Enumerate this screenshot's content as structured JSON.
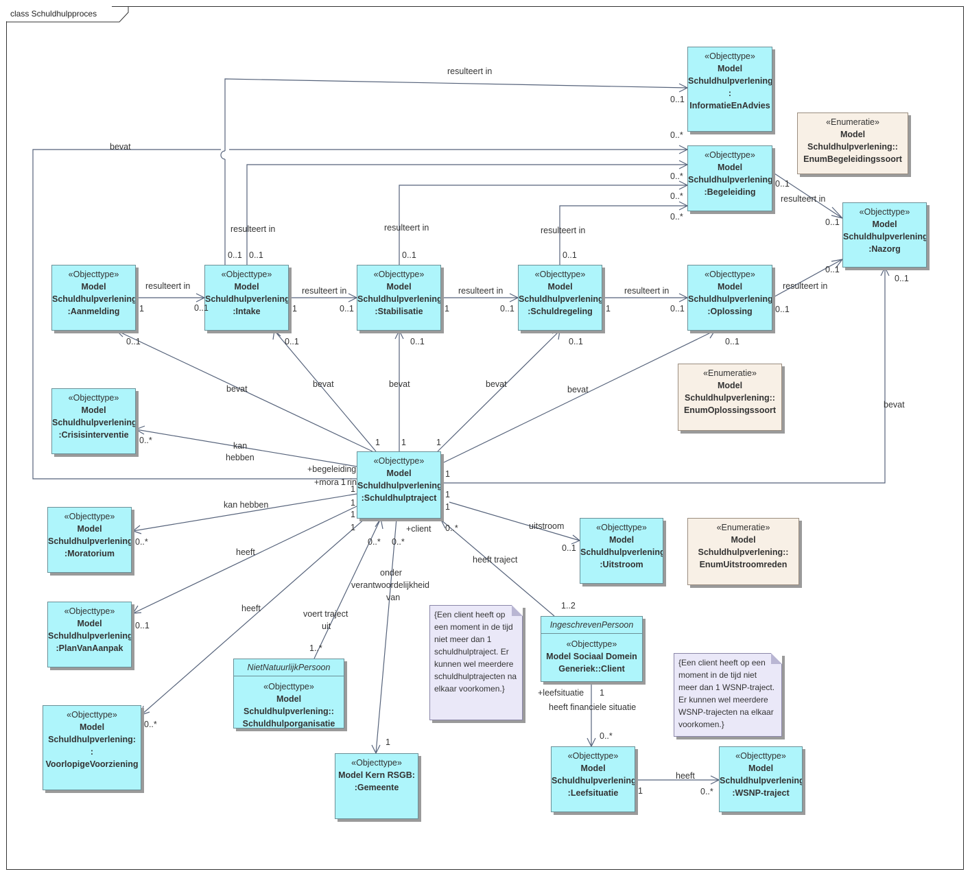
{
  "frame": {
    "title": "class Schuldhulpproces"
  },
  "nodes": {
    "aanmelding": {
      "stereotype": "«Objecttype»",
      "line1": "Model",
      "line2": "Schuldhulpverlening:",
      "line3": ":Aanmelding"
    },
    "intake": {
      "stereotype": "«Objecttype»",
      "line1": "Model",
      "line2": "Schuldhulpverlening:",
      "line3": ":Intake"
    },
    "stabilisatie": {
      "stereotype": "«Objecttype»",
      "line1": "Model",
      "line2": "Schuldhulpverlening:",
      "line3": ":Stabilisatie"
    },
    "schuldregeling": {
      "stereotype": "«Objecttype»",
      "line1": "Model",
      "line2": "Schuldhulpverlening:",
      "line3": ":Schuldregeling"
    },
    "oplossing": {
      "stereotype": "«Objecttype»",
      "line1": "Model",
      "line2": "Schuldhulpverlening:",
      "line3": ":Oplossing"
    },
    "informatie": {
      "stereotype": "«Objecttype»",
      "line1": "Model",
      "line2": "Schuldhulpverlening:",
      "line3": ":",
      "line4": "InformatieEnAdvies"
    },
    "begeleiding": {
      "stereotype": "«Objecttype»",
      "line1": "Model",
      "line2": "Schuldhulpverlening:",
      "line3": ":Begeleiding"
    },
    "nazorg": {
      "stereotype": "«Objecttype»",
      "line1": "Model",
      "line2": "Schuldhulpverlening:",
      "line3": ":Nazorg"
    },
    "enumBegeleiding": {
      "stereotype": "«Enumeratie»",
      "line1": "Model",
      "line2": "Schuldhulpverlening::",
      "line3": "EnumBegeleidingssoort"
    },
    "enumOplossing": {
      "stereotype": "«Enumeratie»",
      "line1": "Model",
      "line2": "Schuldhulpverlening::",
      "line3": "EnumOplossingssoort"
    },
    "enumUitstroom": {
      "stereotype": "«Enumeratie»",
      "line1": "Model",
      "line2": "Schuldhulpverlening::",
      "line3": "EnumUitstroomreden"
    },
    "crisis": {
      "stereotype": "«Objecttype»",
      "line1": "Model",
      "line2": "Schuldhulpverlening:",
      "line3": ":Crisisinterventie"
    },
    "traject": {
      "stereotype": "«Objecttype»",
      "line1": "Model",
      "line2": "Schuldhulpverlening:",
      "line3": ":Schuldhulptraject"
    },
    "moratorium": {
      "stereotype": "«Objecttype»",
      "line1": "Model",
      "line2": "Schuldhulpverlening:",
      "line3": ":Moratorium"
    },
    "planvanaanpak": {
      "stereotype": "«Objecttype»",
      "line1": "Model",
      "line2": "Schuldhulpverlening:",
      "line3": ":PlanVanAanpak"
    },
    "voorlopige": {
      "stereotype": "«Objecttype»",
      "line1": "Model",
      "line2": "Schuldhulpverlening:",
      "line3": ":",
      "line4": "VoorlopigeVoorziening"
    },
    "uitstroom": {
      "stereotype": "«Objecttype»",
      "line1": "Model",
      "line2": "Schuldhulpverlening:",
      "line3": ":Uitstroom"
    },
    "organisatie": {
      "parent": "NietNatuurlijkPersoon",
      "stereotype": "«Objecttype»",
      "line1": "Model",
      "line2": "Schuldhulpverlening::",
      "line3": "Schuldhulporganisatie"
    },
    "gemeente": {
      "stereotype": "«Objecttype»",
      "line1": "Model Kern RSGB:",
      "line2": ":Gemeente"
    },
    "client": {
      "parent": "IngeschrevenPersoon",
      "stereotype": "«Objecttype»",
      "line1": "Model Sociaal Domein",
      "line2": "Generiek::Client"
    },
    "leefsituatie": {
      "stereotype": "«Objecttype»",
      "line1": "Model",
      "line2": "Schuldhulpverlening:",
      "line3": ":Leefsituatie"
    },
    "wsnp": {
      "stereotype": "«Objecttype»",
      "line1": "Model",
      "line2": "Schuldhulpverlening:",
      "line3": ":WSNP-traject"
    }
  },
  "notes": {
    "note1": "{Een client heeft op een moment in de tijd niet meer dan 1 schuldhulptraject. Er kunnen wel meerdere schuldhulptrajecten na elkaar voorkomen.}",
    "note2": "{Een client heeft op een moment in de tijd niet meer dan 1 WSNP-traject. Er kunnen wel meerdere WSNP-trajecten na elkaar voorkomen.}"
  },
  "labels": {
    "resulteert_in": "resulteert in",
    "bevat": "bevat",
    "heeft": "heeft",
    "kan": "kan",
    "hebben": "hebben",
    "kan_hebben": "kan hebben",
    "uitstroom": "uitstroom",
    "heeft_traject": "heeft traject",
    "client_role": "+client",
    "begeleiding_role": "+begeleiding",
    "moratorium_role": "+mora",
    "rin": "rin",
    "leefsituatie_role": "+leefsituatie",
    "heeft_financiele_situatie": "heeft financiele situatie",
    "voert_traject": "voert traject",
    "uit": "uit",
    "onder": "onder",
    "verantwoordelijkheid": "verantwoordelijkheid",
    "van": "van",
    "m_1": "1",
    "m_01": "0..1",
    "m_0n": "0..*",
    "m_1n": "1..*",
    "m_12": "1..2"
  }
}
